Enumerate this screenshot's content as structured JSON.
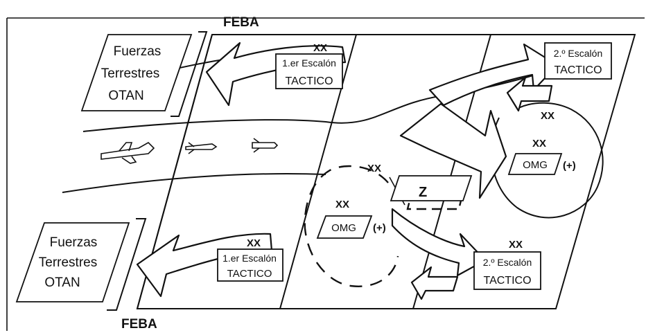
{
  "feba_top": "FEBA",
  "feba_bottom": "FEBA",
  "nato_forces": {
    "top": [
      "Fuerzas",
      "Terrestres",
      "OTAN"
    ],
    "bottom": [
      "Fuerzas",
      "Terrestres",
      "OTAN"
    ]
  },
  "first_echelon": {
    "top": {
      "line1": "1.er Escalón",
      "line2": "TACTICO",
      "symbol": "XX"
    },
    "bottom": {
      "line1": "1.er Escalón",
      "line2": "TACTICO",
      "symbol": "XX"
    }
  },
  "second_echelon": {
    "top": {
      "line1": "2.º Escalón",
      "line2": "TACTICO"
    },
    "bottom": {
      "line1": "2.º Escalón",
      "line2": "TACTICO",
      "symbol": "XX"
    }
  },
  "omg": {
    "center": {
      "label": "OMG",
      "modifier": "(+)",
      "symbol": "XX"
    },
    "right": {
      "label": "OMG",
      "modifier": "(+)",
      "symbol": "XX"
    }
  },
  "markers": {
    "dashed_circle_top": "XX",
    "right_circle_top": "XX",
    "z_marker": "Z"
  },
  "icons": [
    "aircraft-icon",
    "missile-icon"
  ]
}
